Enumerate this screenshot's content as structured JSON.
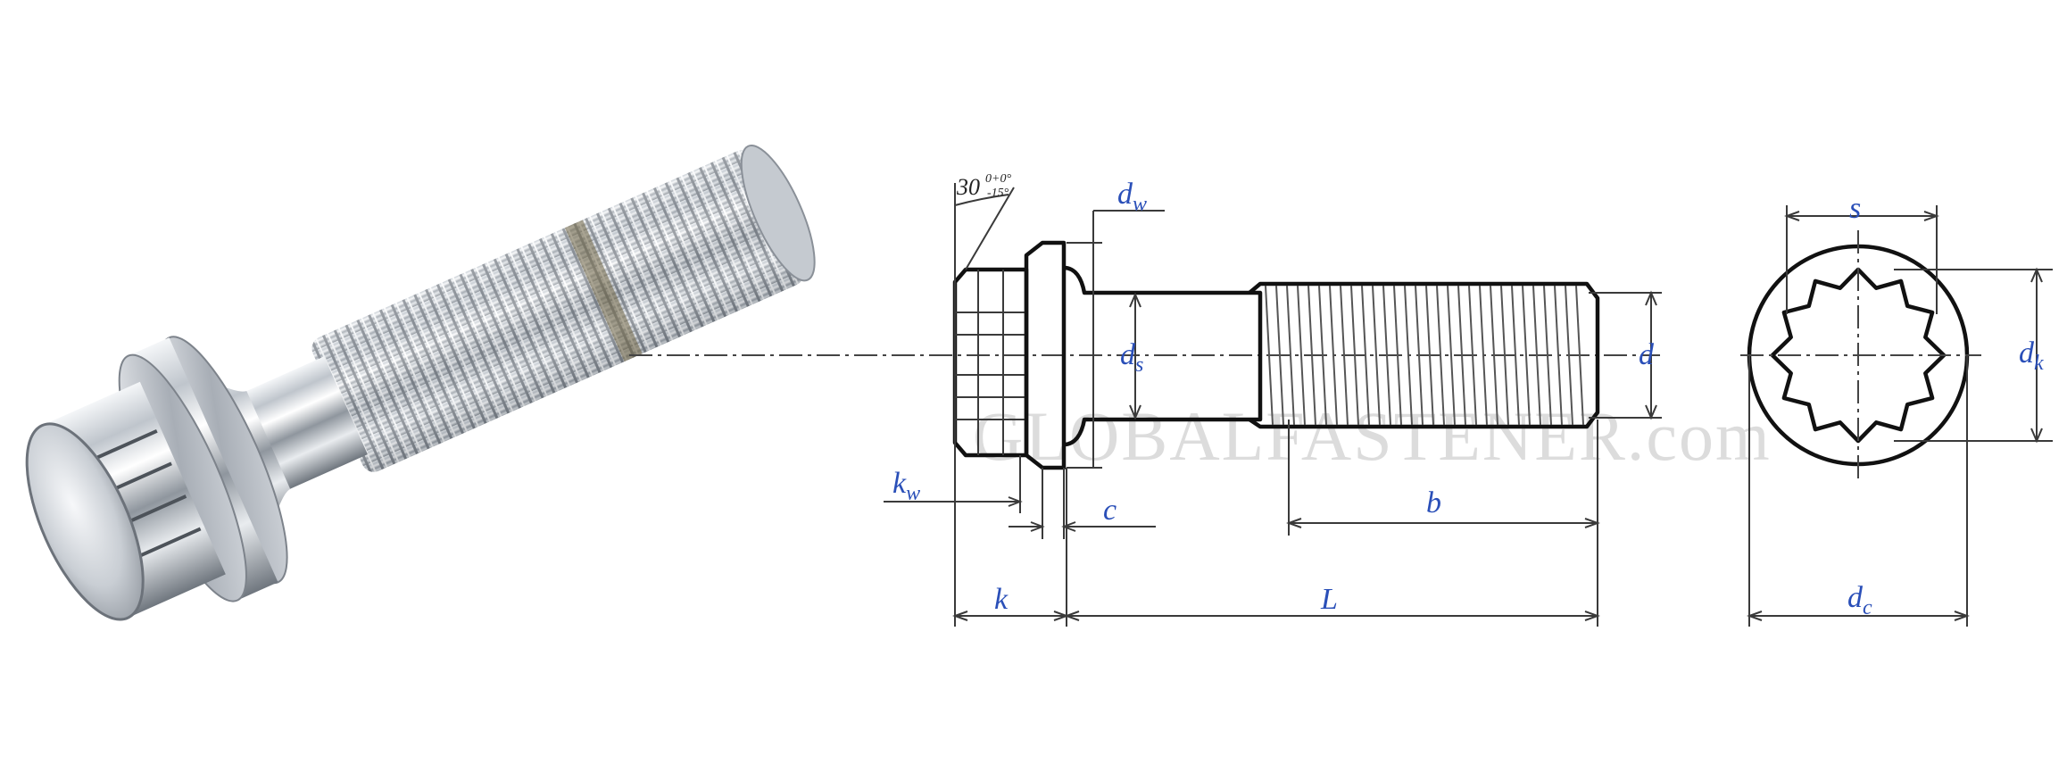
{
  "colors": {
    "label": "#2a4fb8",
    "line": "#3a3a3a",
    "outline": "#111111",
    "watermark": "#dcdcdc"
  },
  "watermark": "GLOBALFASTENER.com",
  "angle_label": {
    "main": "30",
    "upper": "0+0°",
    "lower": "-15°"
  },
  "labels": {
    "dw": {
      "main": "d",
      "sub": "w"
    },
    "ds": {
      "main": "d",
      "sub": "s"
    },
    "d": {
      "main": "d"
    },
    "kw": {
      "main": "k",
      "sub": "w"
    },
    "c": {
      "main": "c"
    },
    "b": {
      "main": "b"
    },
    "k": {
      "main": "k"
    },
    "L": {
      "main": "L"
    },
    "s": {
      "main": "s"
    },
    "dk": {
      "main": "d",
      "sub": "k"
    },
    "dc": {
      "main": "d",
      "sub": "c"
    }
  }
}
